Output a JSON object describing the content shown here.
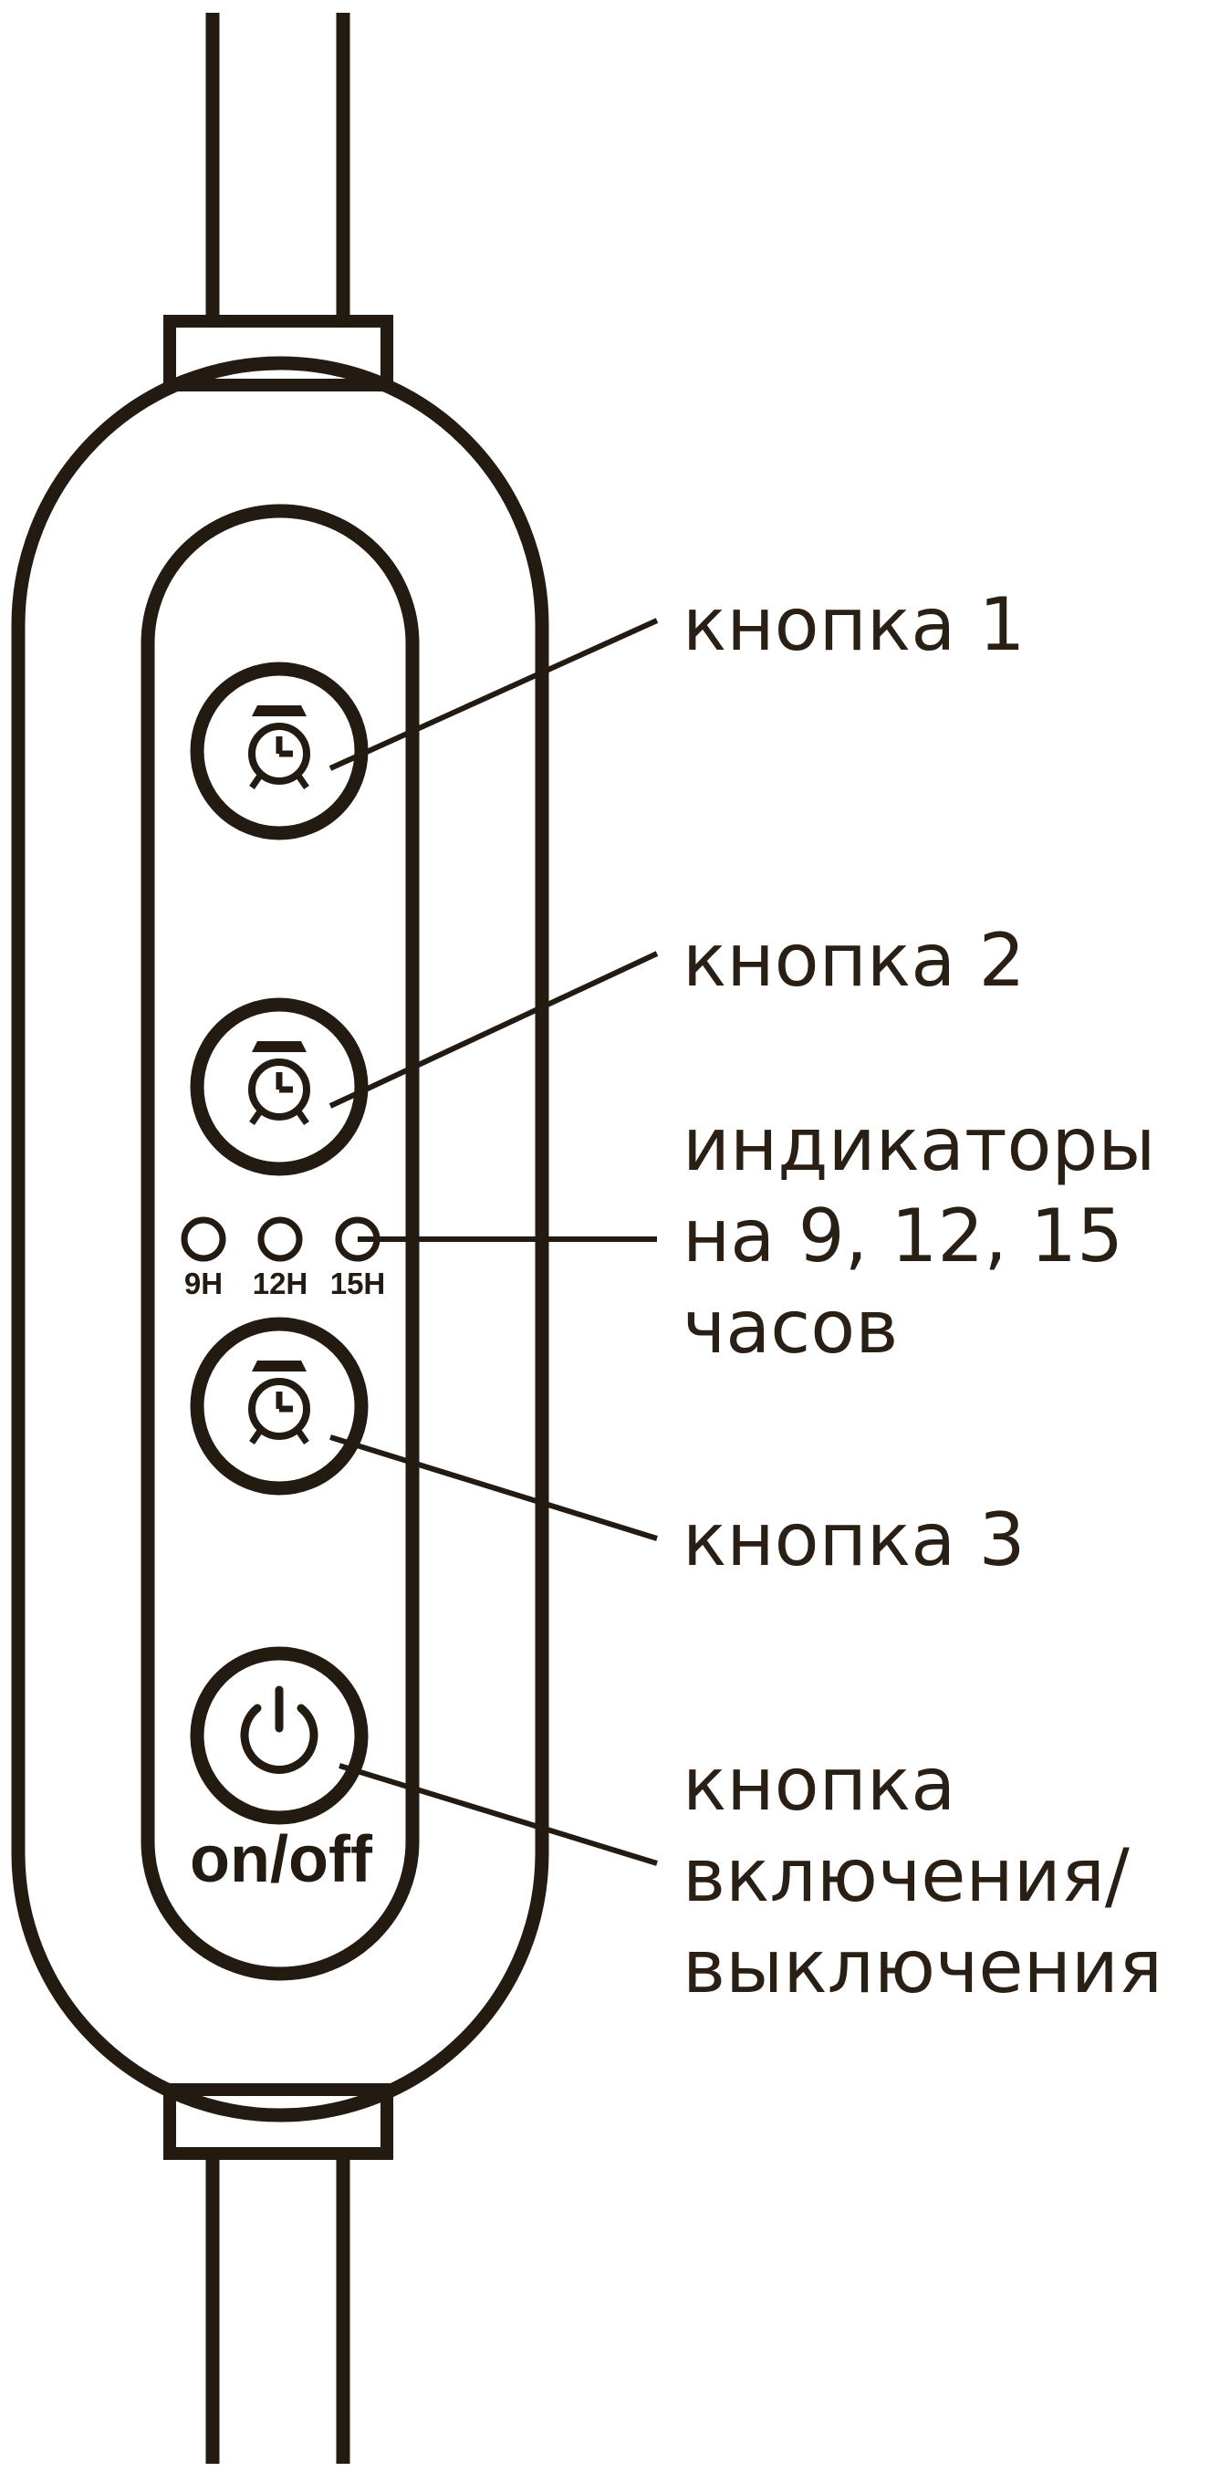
{
  "diagram": {
    "colors": {
      "ink": "#231a12",
      "text": "#2a1f14",
      "background": "#ffffff"
    },
    "device": {
      "power_button_label": "on/off",
      "buttons": [
        {
          "icon": "alarm-clock-icon"
        },
        {
          "icon": "alarm-clock-icon"
        },
        {
          "icon": "alarm-clock-icon"
        }
      ],
      "power_icon": "power-icon",
      "indicators": [
        {
          "label": "9H"
        },
        {
          "label": "12H"
        },
        {
          "label": "15H"
        }
      ]
    },
    "callouts": [
      {
        "lines": [
          "кнопка 1"
        ]
      },
      {
        "lines": [
          "кнопка 2"
        ]
      },
      {
        "lines": [
          "индикаторы",
          "на 9, 12, 15",
          "часов"
        ]
      },
      {
        "lines": [
          "кнопка 3"
        ]
      },
      {
        "lines": [
          "кнопка",
          "включения/",
          "выключения"
        ]
      }
    ]
  }
}
